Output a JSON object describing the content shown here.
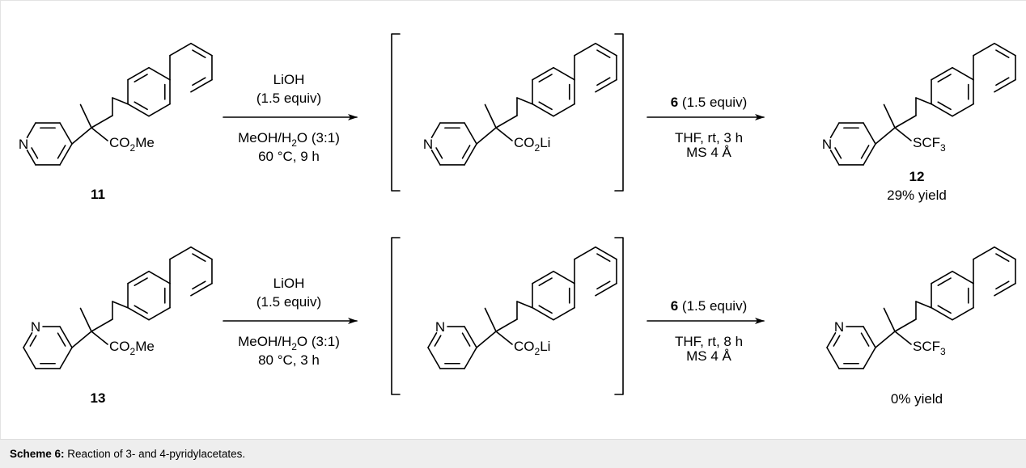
{
  "scheme": {
    "row1": {
      "sm_ester": "CO2Me",
      "sm_number": "11",
      "step1_reagent_1": "LiOH",
      "step1_reagent_2": "(1.5 equiv)",
      "step1_solvent": "MeOH/H2O (3:1)",
      "step1_conditions": "60 °C, 9 h",
      "int_salt": "CO2Li",
      "step2_reagent_number": "6",
      "step2_reagent_amount": "(1.5 equiv)",
      "step2_conditions_1": "THF, rt, 3 h",
      "step2_conditions_2": "MS 4 Å",
      "product_group": "SCF3",
      "product_number": "12",
      "product_yield": "29% yield"
    },
    "row2": {
      "sm_ester": "CO2Me",
      "sm_number": "13",
      "step1_reagent_1": "LiOH",
      "step1_reagent_2": "(1.5 equiv)",
      "step1_solvent": "MeOH/H2O (3:1)",
      "step1_conditions": "80 °C, 3 h",
      "int_salt": "CO2Li",
      "step2_reagent_number": "6",
      "step2_reagent_amount": "(1.5 equiv)",
      "step2_conditions_1": "THF, rt, 8 h",
      "step2_conditions_2": "MS 4 Å",
      "product_group": "SCF3",
      "product_yield": "0% yield"
    },
    "atom_N": "N"
  },
  "caption": {
    "label": "Scheme 6:",
    "text": " Reaction of 3- and 4-pyridylacetates."
  }
}
